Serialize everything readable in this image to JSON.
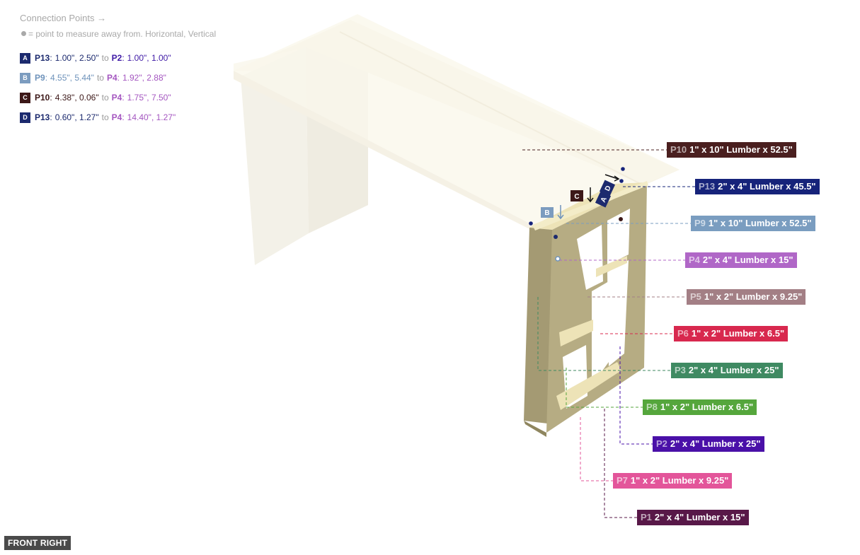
{
  "panel": {
    "title": "Connection Points →",
    "hint": "= point to measure away from. Horizontal, Vertical"
  },
  "connections": [
    {
      "letter": "A",
      "color": "#1c2a6e",
      "from_part": "P13",
      "from_color": "#1c2a6e",
      "from_value": "1.00\", 2.50\"",
      "to_word": "to",
      "to_part": "P2",
      "to_color": "#3f1aa6",
      "to_value": "1.00\", 1.00\""
    },
    {
      "letter": "B",
      "color": "#7c9cbf",
      "from_part": "P9",
      "from_color": "#6f93bb",
      "from_value": "4.55\", 5.44\"",
      "to_word": "to",
      "to_part": "P4",
      "to_color": "#a456c0",
      "to_value": "1.92\", 2.88\""
    },
    {
      "letter": "C",
      "color": "#3c1818",
      "from_part": "P10",
      "from_color": "#3c1818",
      "from_value": "4.38\", 0.06\"",
      "to_word": "to",
      "to_part": "P4",
      "to_color": "#a456c0",
      "to_value": "1.75\", 7.50\""
    },
    {
      "letter": "D",
      "color": "#1c2a6e",
      "from_part": "P13",
      "from_color": "#1c2a6e",
      "from_value": "0.60\", 1.27\"",
      "to_word": "to",
      "to_part": "P4",
      "to_color": "#a456c0",
      "to_value": "14.40\", 1.27\""
    }
  ],
  "parts": [
    {
      "id": "P10",
      "desc": "1\" x 10\" Lumber  x 52.5\"",
      "color": "#4a1f1f"
    },
    {
      "id": "P13",
      "desc": "2\" x 4\" Lumber  x 45.5\"",
      "color": "#16237a"
    },
    {
      "id": "P9",
      "desc": "1\" x 10\" Lumber  x 52.5\"",
      "color": "#7a9dc0"
    },
    {
      "id": "P4",
      "desc": "2\" x 4\" Lumber  x 15\"",
      "color": "#b067c7"
    },
    {
      "id": "P5",
      "desc": "1\" x 2\" Lumber x 9.25\"",
      "color": "#a37f85"
    },
    {
      "id": "P6",
      "desc": "1\" x 2\" Lumber x 6.5\"",
      "color": "#d8284e"
    },
    {
      "id": "P3",
      "desc": "2\" x 4\" Lumber  x 25\"",
      "color": "#3f8a62"
    },
    {
      "id": "P8",
      "desc": "1\" x 2\" Lumber x 6.5\"",
      "color": "#55a63c"
    },
    {
      "id": "P2",
      "desc": "2\" x 4\" Lumber  x 25\"",
      "color": "#4a10a8"
    },
    {
      "id": "P7",
      "desc": "1\" x 2\" Lumber x 9.25\"",
      "color": "#e3559a"
    },
    {
      "id": "P1",
      "desc": "2\" x 4\" Lumber  x 15\"",
      "color": "#581848"
    }
  ],
  "diagram": {
    "markers": [
      {
        "letter": "C",
        "color": "#3c1818"
      },
      {
        "letter": "B",
        "color": "#7c9cbf"
      },
      {
        "letter": "A",
        "color": "#1c2a6e"
      },
      {
        "letter": "D",
        "color": "#1c2a6e"
      }
    ]
  },
  "view": {
    "label": "FRONT RIGHT"
  }
}
